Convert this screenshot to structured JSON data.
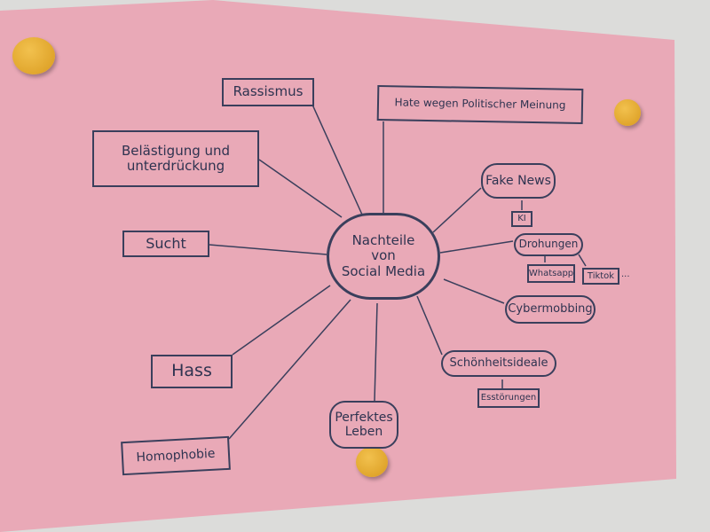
{
  "colors": {
    "poster": "#e9a9b7",
    "ink": "#2e3350",
    "magnet": "#e3a830",
    "wall": "#dcdcda"
  },
  "center": "Nachteile\nvon\nSocial Media",
  "nodes": {
    "rassismus": "Rassismus",
    "hate": "Hate wegen Politischer Meinung",
    "belaestigung": "Belästigung und\nunterdrückung",
    "sucht": "Sucht",
    "hass": "Hass",
    "homophobie": "Homophobie",
    "perfektes_leben": "Perfektes\nLeben",
    "schoenheitsideale": "Schönheitsideale",
    "essstoerungen": "Esstörungen",
    "cybermobbing": "Cybermobbing",
    "drohungen": "Drohungen",
    "whatsapp": "Whatsapp",
    "tiktok": "Tiktok",
    "ellipsis": "...",
    "fake_news": "Fake News",
    "ki": "KI"
  }
}
